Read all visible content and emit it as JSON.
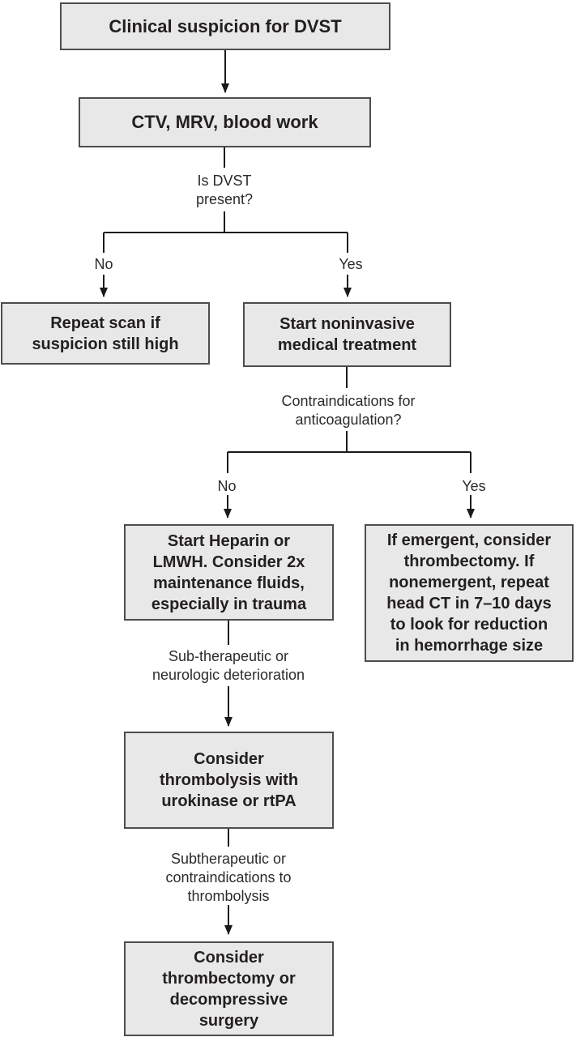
{
  "figure": {
    "type": "flowchart",
    "topic": "Management algorithm for clinical suspicion of DVST"
  },
  "colors": {
    "background": "#ffffff",
    "node_fill": "#e8e8e8",
    "node_border": "#4d4d4d",
    "node_text": "#231f20",
    "label_text": "#2b2b2b",
    "connector": "#1a1a1a"
  },
  "nodes": {
    "clinical_suspicion": {
      "text": "Clinical suspicion for DVST"
    },
    "imaging_workup": {
      "text": "CTV, MRV, blood work"
    },
    "repeat_scan": {
      "text": "Repeat scan if\nsuspicion still high"
    },
    "noninvasive_treatment": {
      "text": "Start noninvasive\nmedical treatment"
    },
    "heparin_lmwh": {
      "text": "Start Heparin or\nLMWH. Consider 2x\nmaintenance fluids,\nespecially in trauma"
    },
    "emergent_thrombectomy": {
      "text": "If emergent, consider\nthrombectomy. If\nnonemergent, repeat\nhead CT in 7–10 days\nto look for reduction\nin hemorrhage size"
    },
    "thrombolysis": {
      "text": "Consider\nthrombolysis with\nurokinase or rtPA"
    },
    "thrombectomy_surgery": {
      "text": "Consider\nthrombectomy or\ndecompressive\nsurgery"
    }
  },
  "labels": {
    "dvst_present": {
      "text": "Is DVST\npresent?"
    },
    "dvst_no": {
      "text": "No"
    },
    "dvst_yes": {
      "text": "Yes"
    },
    "contraindications": {
      "text": "Contraindications for\nanticoagulation?"
    },
    "contra_no": {
      "text": "No"
    },
    "contra_yes": {
      "text": "Yes"
    },
    "subtherapeutic_deterioration": {
      "text": "Sub-therapeutic or\nneurologic deterioration"
    },
    "subtherapeutic_contraindications": {
      "text": "Subtherapeutic or\ncontraindications to\nthrombolysis"
    }
  }
}
